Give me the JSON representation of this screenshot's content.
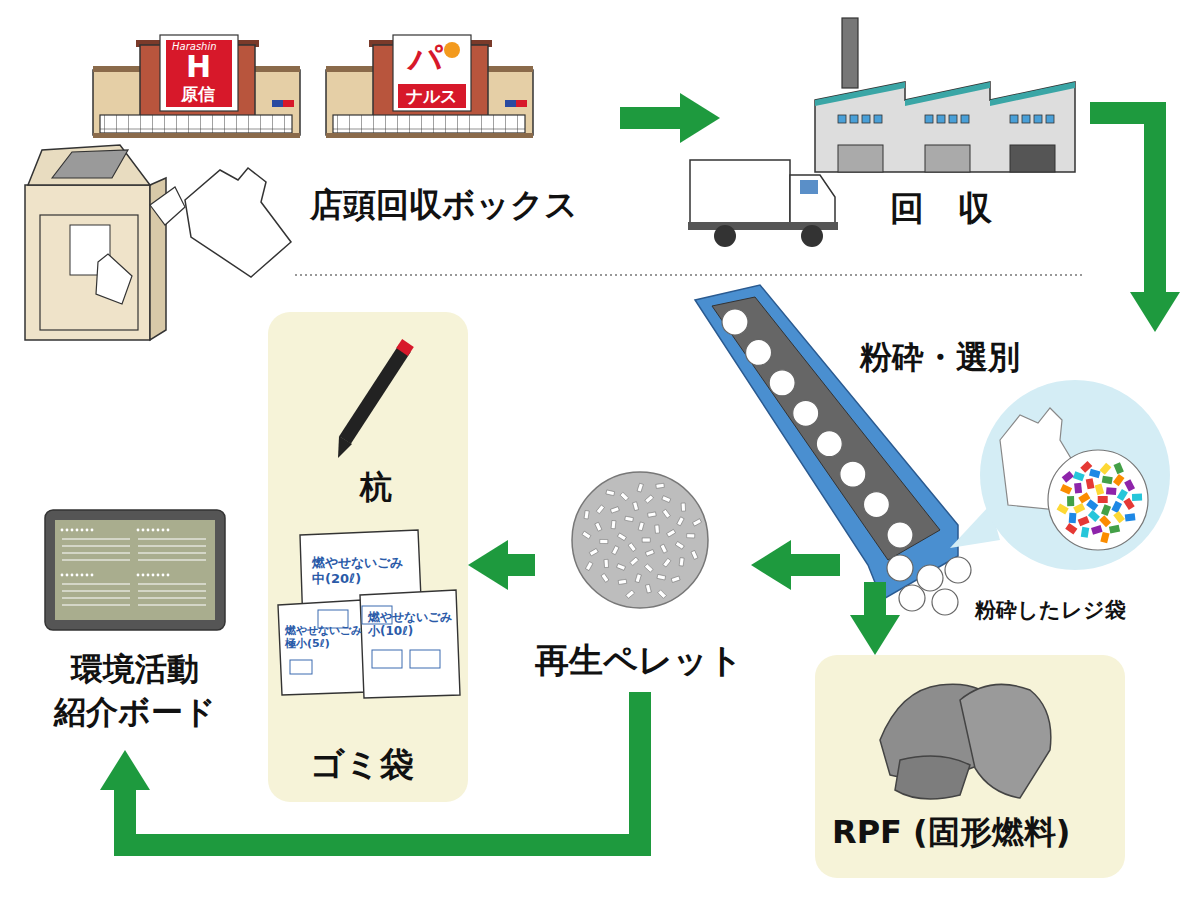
{
  "diagram": {
    "nodes": [
      {
        "text": [
          "店頭回収ボックス"
        ]
      },
      {
        "text": [
          "回　収"
        ]
      },
      {
        "text": [
          "粉砕・選別"
        ]
      },
      {
        "text": [
          "杭",
          "ゴミ袋"
        ]
      },
      {
        "text": [
          "再生ペレット"
        ]
      },
      {
        "text": [
          "環境活動 紹介ボード"
        ]
      },
      {
        "text": [
          "RPF (固形燃料)"
        ]
      }
    ],
    "edges": [
      {
        "from": 0,
        "to": 1,
        "arrow": "to"
      },
      {
        "from": 1,
        "to": 2,
        "arrow": "to"
      },
      {
        "from": 2,
        "to": 4,
        "arrow": "to"
      },
      {
        "from": 2,
        "to": 6,
        "arrow": "to"
      },
      {
        "from": 4,
        "to": 3,
        "arrow": "to"
      },
      {
        "from": 4,
        "to": 5,
        "arrow": "to"
      }
    ],
    "labels": [
      "H",
      "Harashin",
      "原信",
      "パ",
      "ナルス",
      "燃やせないごみ 中(20ℓ)",
      "燃やせないごみ 極小(5ℓ)",
      "燃やせないごみ 小(10ℓ)",
      "粉砕したレジ袋"
    ]
  }
}
